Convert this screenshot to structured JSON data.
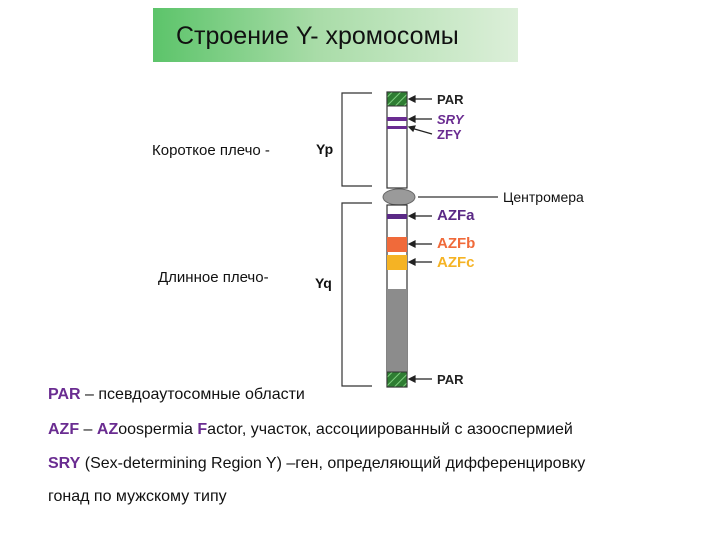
{
  "title": "Строение Y- хромосомы",
  "arms": {
    "short_label": "Короткое плечо -",
    "short_code": "Yp",
    "long_label": "Длинное плечо-",
    "long_code": "Yq"
  },
  "centromere_label": "Центромера",
  "markers": {
    "par_top": "PAR",
    "sry": "SRY",
    "zfy": "ZFY",
    "azfa": "AZFa",
    "azfb": "AZFb",
    "azfc": "AZFc",
    "par_bottom": "PAR"
  },
  "colors": {
    "par": "#2e7d32",
    "sry": "#6a2c91",
    "zfy": "#6a2c91",
    "azfa": "#5b2a86",
    "azfb": "#f06a3a",
    "azfc": "#f5b324",
    "heterochromatin": "#8c8c8c",
    "centromere": "#9a9a9a",
    "title_green": "#5cc46a"
  },
  "legend": {
    "par": {
      "key": "PAR",
      "text": " – псевдоаутосомные области"
    },
    "azf": {
      "key": "AZF",
      "dash": " – ",
      "az": "AZ",
      "mid": "oospermia ",
      "f": "F",
      "rest": "actor, участок, ассоциированный с азооспермией"
    },
    "sry": {
      "key": "SRY",
      "text": " (Sex-determining Region Y) –ген, определяющий дифференцировку"
    },
    "sry_cont": "гонад по мужскому типу"
  }
}
